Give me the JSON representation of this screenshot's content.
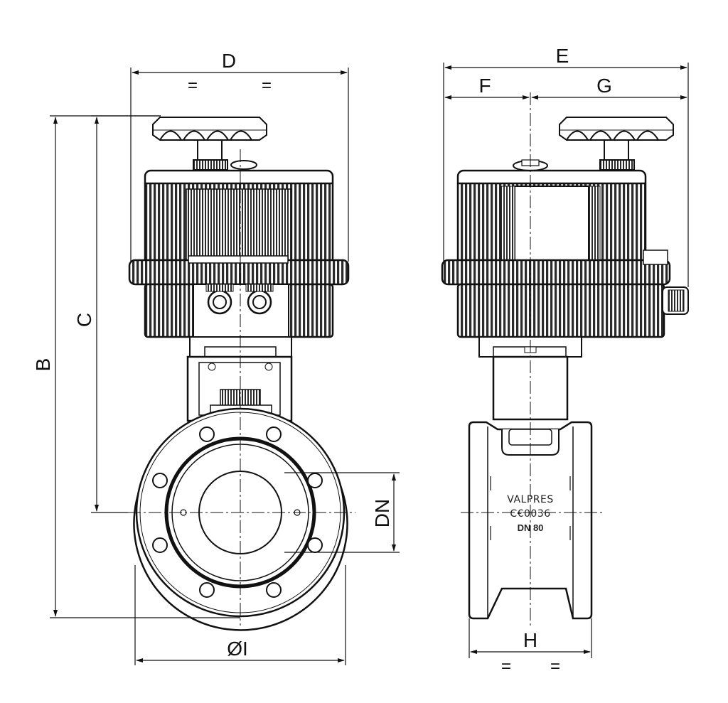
{
  "dimensions": {
    "B": "B",
    "C": "C",
    "D": "D",
    "D_eq_left": "=",
    "D_eq_right": "=",
    "E": "E",
    "F": "F",
    "G": "G",
    "H": "H",
    "H_eq_left": "=",
    "H_eq_right": "=",
    "DN": "DN",
    "I": "ØI"
  },
  "valve_markings": {
    "brand": "VALPRES",
    "certification": "C€0036",
    "size": "DN 80"
  },
  "colors": {
    "line": "#111111",
    "body": "#4a4a4a",
    "ribs": "#2a2a2a",
    "light": "#ffffff"
  }
}
